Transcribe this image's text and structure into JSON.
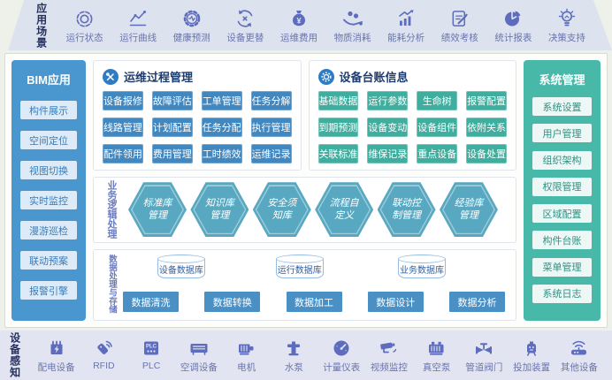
{
  "colors": {
    "accent_blue": "#4187c0",
    "panel_blue": "#4a96ce",
    "accent_teal": "#3fae9e",
    "panel_teal": "#48b9a9",
    "hex_blue": "#58a8c2",
    "icon_purple": "#5d6cbd",
    "header_navy": "#1e3c6e",
    "top_band_bg": "#dce2ee",
    "bottom_band_bg": "#e2e5f1"
  },
  "top_band": {
    "label": "应用场景",
    "items": [
      {
        "label": "运行状态",
        "icon": "status-ring-icon"
      },
      {
        "label": "运行曲线",
        "icon": "trend-line-icon"
      },
      {
        "label": "健康预测",
        "icon": "gear-pulse-icon"
      },
      {
        "label": "设备更替",
        "icon": "renew-arrows-icon"
      },
      {
        "label": "运维费用",
        "icon": "money-bag-icon"
      },
      {
        "label": "物质消耗",
        "icon": "hand-coins-icon"
      },
      {
        "label": "能耗分析",
        "icon": "bars-up-icon"
      },
      {
        "label": "绩效考核",
        "icon": "doc-pen-icon"
      },
      {
        "label": "统计报表",
        "icon": "pie-chart-icon"
      },
      {
        "label": "决策支持",
        "icon": "bulb-icon"
      }
    ]
  },
  "bim_panel": {
    "title": "BIM应用",
    "items": [
      "构件展示",
      "空间定位",
      "视图切换",
      "实时监控",
      "漫游巡检",
      "联动预案",
      "报警引擎"
    ]
  },
  "ops_panel": {
    "title": "运维过程管理",
    "icon": "tools-icon",
    "items": [
      "设备报修",
      "故障评估",
      "工单管理",
      "任务分解",
      "线路管理",
      "计划配置",
      "任务分配",
      "执行管理",
      "配件领用",
      "费用管理",
      "工时绩效",
      "运维记录"
    ]
  },
  "ledger_panel": {
    "title": "设备台账信息",
    "icon": "gear-badge-icon",
    "items": [
      "基础数据",
      "运行参数",
      "生命树",
      "报警配置",
      "到期预测",
      "设备变动",
      "设备组件",
      "依附关系",
      "关联标准",
      "维保记录",
      "重点设备",
      "设备处置"
    ]
  },
  "logic_panel": {
    "label": "业务逻辑处理",
    "hexagons": [
      "标准库\n管理",
      "知识库\n管理",
      "安全须\n知库",
      "流程自\n定义",
      "联动控\n制管理",
      "经验库\n管理"
    ]
  },
  "data_panel": {
    "label": "数据处理与存储",
    "databases": [
      "设备数据库",
      "运行数据库",
      "业务数据库"
    ],
    "buttons": [
      "数据清洗",
      "数据转换",
      "数据加工",
      "数据设计",
      "数据分析"
    ]
  },
  "sys_panel": {
    "title": "系统管理",
    "items": [
      "系统设置",
      "用户管理",
      "组织架构",
      "权限管理",
      "区域配置",
      "构件台账",
      "菜单管理",
      "系统日志"
    ]
  },
  "bottom_band": {
    "label": "设备感知",
    "items": [
      {
        "label": "配电设备",
        "icon": "power-box-icon"
      },
      {
        "label": "RFID",
        "icon": "rfid-tag-icon"
      },
      {
        "label": "PLC",
        "icon": "plc-box-icon"
      },
      {
        "label": "空调设备",
        "icon": "ac-unit-icon"
      },
      {
        "label": "电机",
        "icon": "motor-icon"
      },
      {
        "label": "水泵",
        "icon": "water-pump-icon"
      },
      {
        "label": "计量仪表",
        "icon": "gauge-icon"
      },
      {
        "label": "视频监控",
        "icon": "cctv-camera-icon"
      },
      {
        "label": "真空泵",
        "icon": "vacuum-pump-icon"
      },
      {
        "label": "管道阀门",
        "icon": "pipe-valve-icon"
      },
      {
        "label": "投加装置",
        "icon": "dosing-device-icon"
      },
      {
        "label": "其他设备",
        "icon": "router-device-icon"
      }
    ]
  }
}
